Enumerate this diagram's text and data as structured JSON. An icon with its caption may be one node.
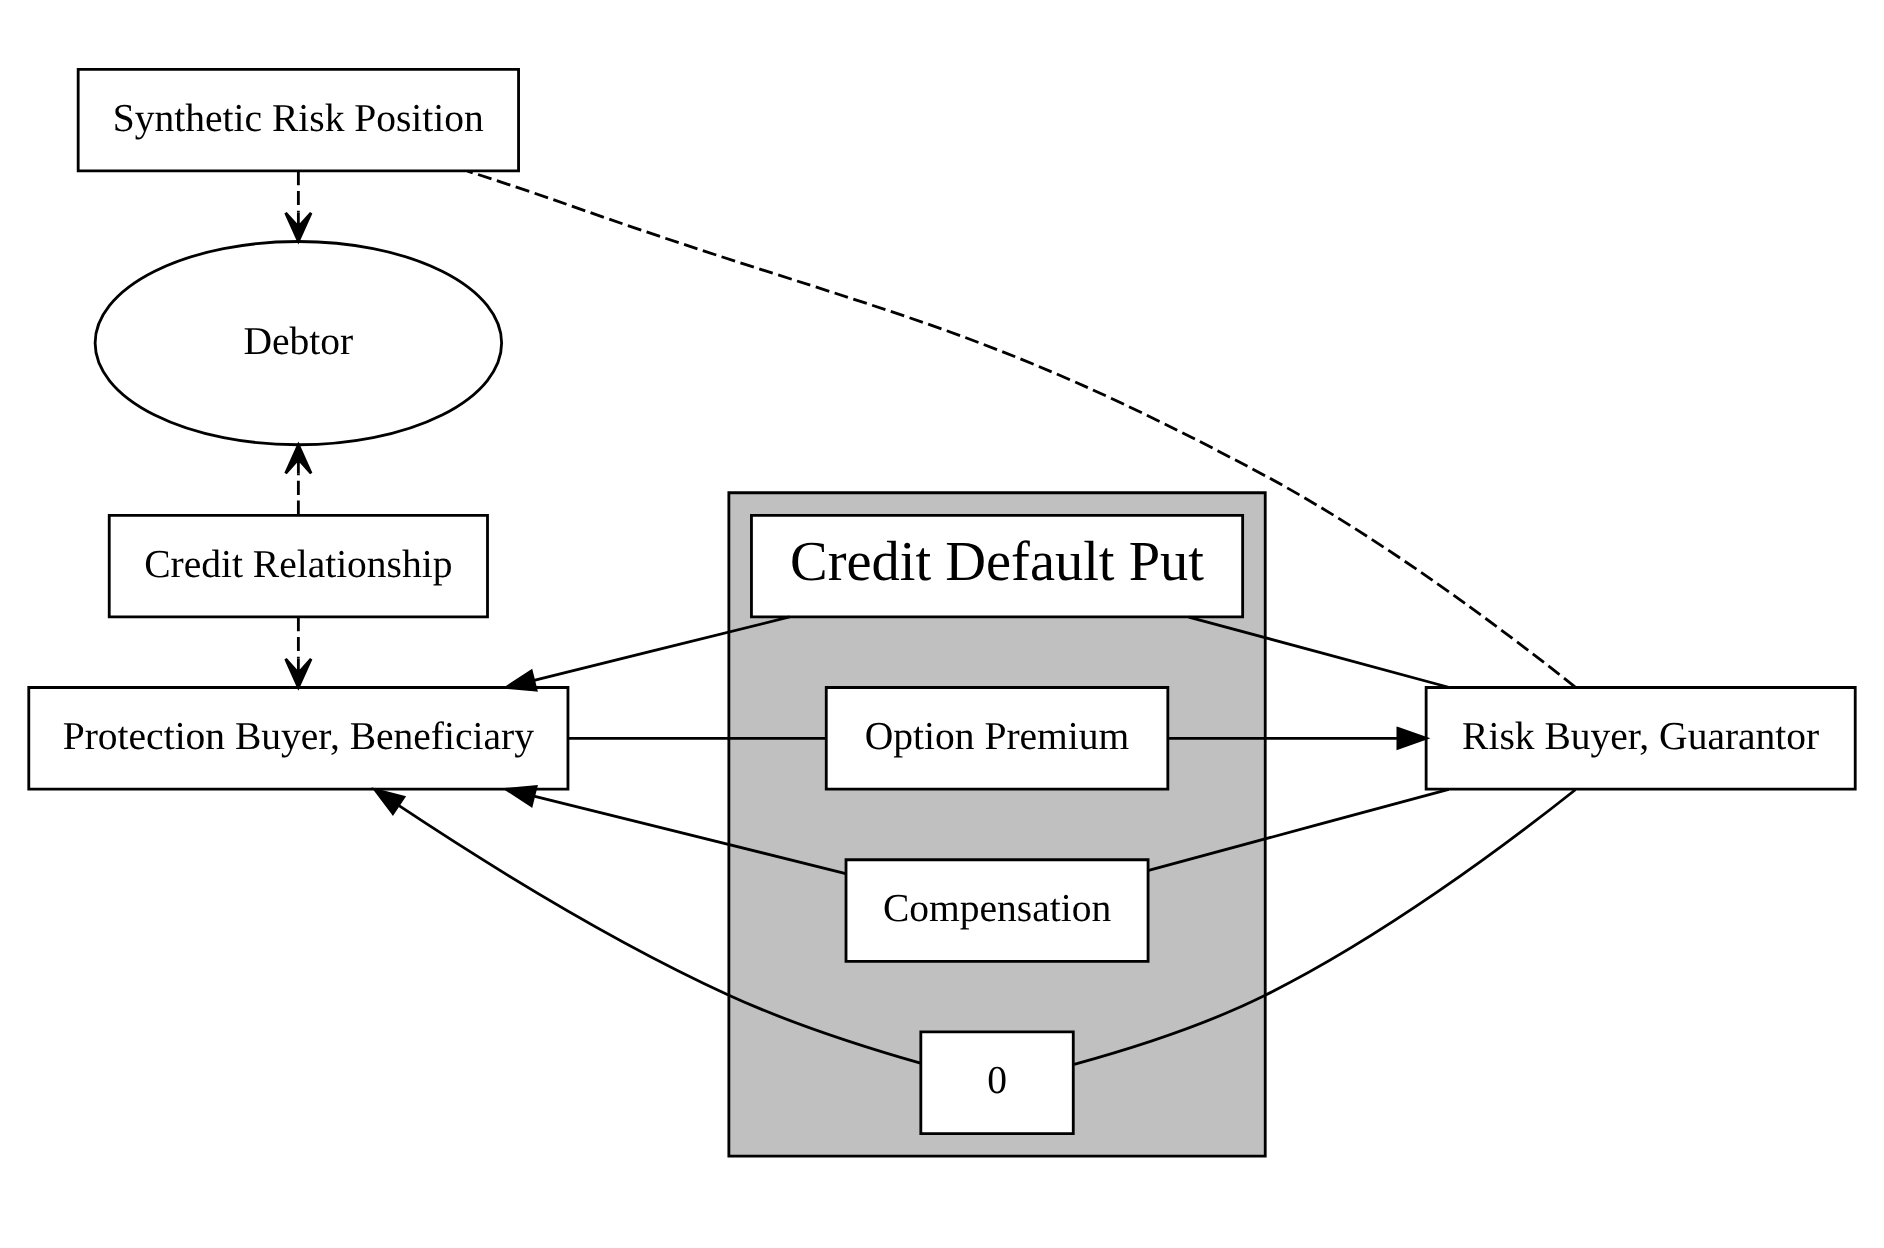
{
  "diagram": {
    "nodes": [
      {
        "text": [],
        "shape": "box"
      },
      {
        "text": [
          "Credit Default Put"
        ],
        "in": 0
      },
      {
        "text": [
          "Protection Buyer, Beneficiary"
        ]
      },
      {
        "text": [
          "Option Premium"
        ],
        "in": 0
      },
      {
        "text": [
          "Risk Buyer, Guarantor"
        ]
      },
      {
        "text": [
          "Compensation"
        ],
        "in": 0
      },
      {
        "text": [
          "0"
        ],
        "in": 0
      },
      {
        "text": [
          "Credit Relationship"
        ]
      },
      {
        "text": [
          "Debtor"
        ]
      },
      {
        "text": [
          "Synthetic Risk Position"
        ]
      }
    ],
    "edges": [
      {
        "from": 4,
        "to": 1,
        "arrow": "none"
      },
      {
        "from": 1,
        "to": 2,
        "arrow": "to"
      },
      {
        "from": 2,
        "to": 3,
        "arrow": "none"
      },
      {
        "from": 3,
        "to": 4,
        "arrow": "to"
      },
      {
        "from": 4,
        "to": 5,
        "arrow": "none"
      },
      {
        "from": 4,
        "to": 6,
        "arrow": "none"
      },
      {
        "from": 5,
        "to": 2,
        "arrow": "to"
      },
      {
        "from": 6,
        "to": 2,
        "arrow": "to"
      },
      {
        "from": 7,
        "to": 2,
        "arrow": "to",
        "style": "dashed"
      },
      {
        "from": 7,
        "to": 8,
        "arrow": "to",
        "style": "dashed"
      },
      {
        "from": 4,
        "to": 9,
        "arrow": "none",
        "style": "dashed"
      },
      {
        "from": 9,
        "to": 8,
        "arrow": "to",
        "style": "dashed"
      }
    ]
  }
}
